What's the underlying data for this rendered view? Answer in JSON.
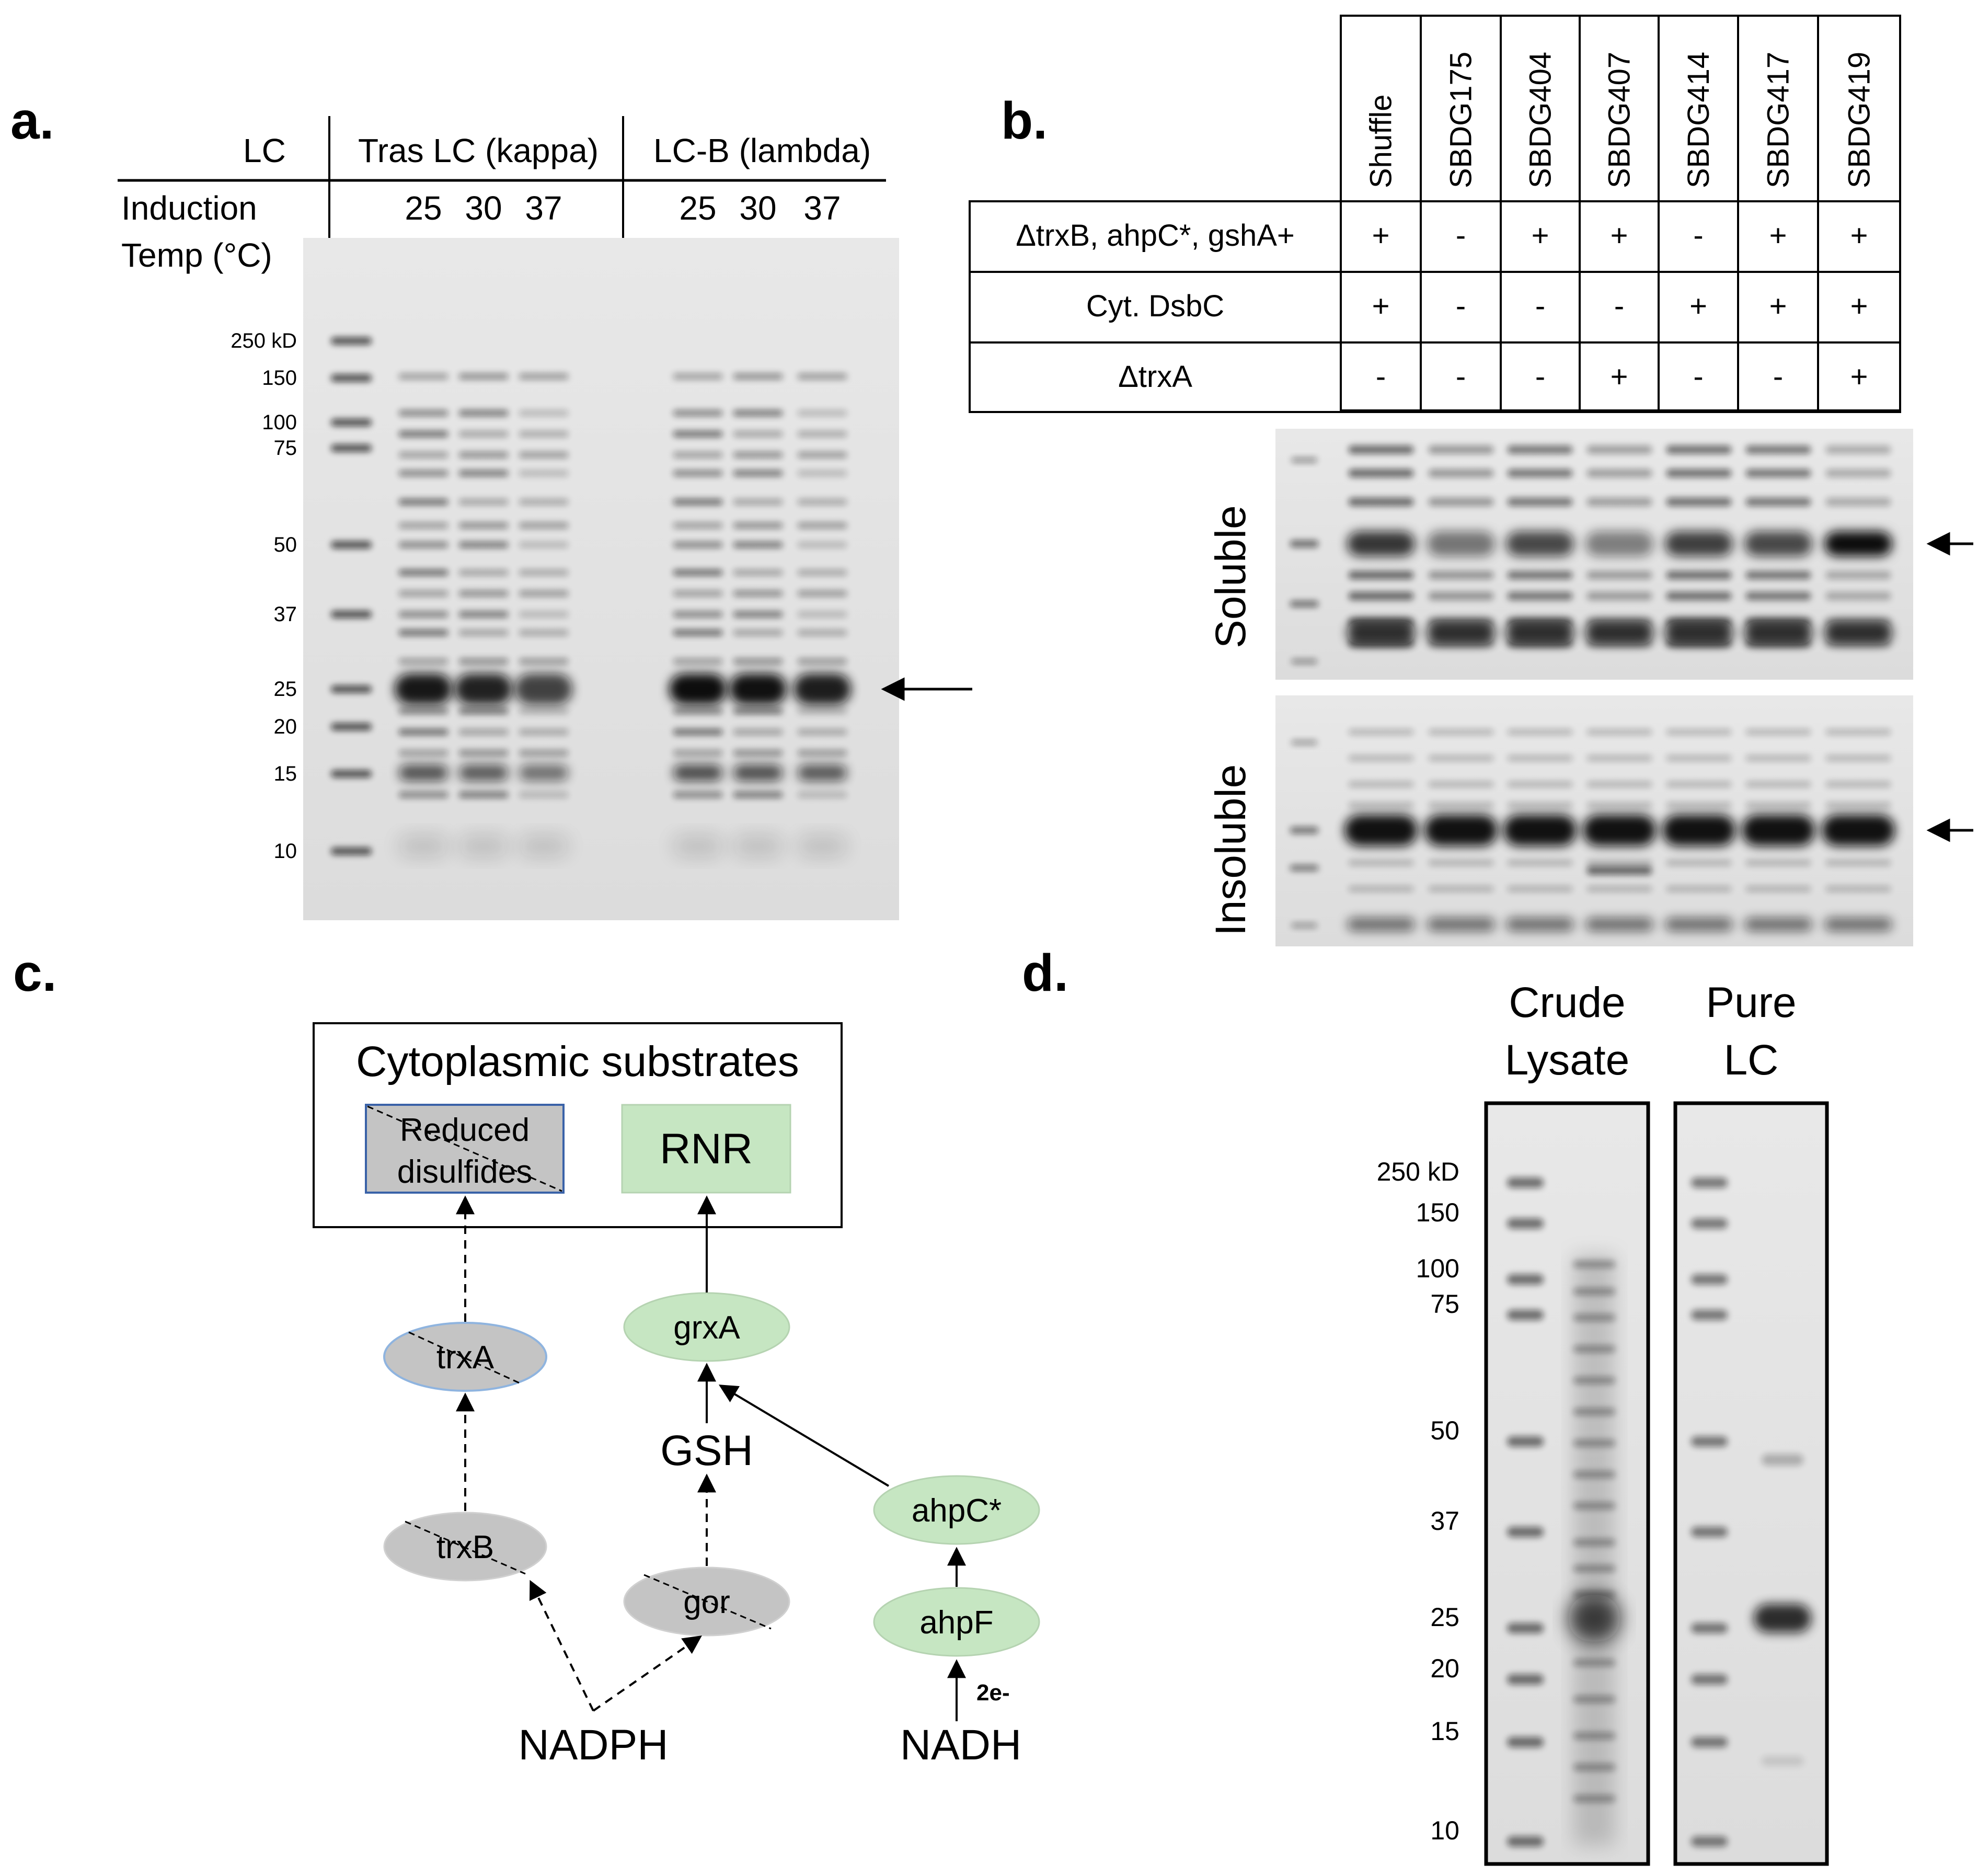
{
  "panel_labels": {
    "a": "a.",
    "b": "b.",
    "c": "c.",
    "d": "d."
  },
  "panel_a": {
    "header_lc": "LC",
    "header_kappa": "Tras LC (kappa)",
    "header_lambda": "LC-B (lambda)",
    "induction_label": "Induction",
    "temp_label": "Temp (°C)",
    "temps": [
      "25",
      "30",
      "37",
      "25",
      "30",
      "37"
    ],
    "markers": [
      "250 kD",
      "150",
      "100",
      "75",
      "50",
      "37",
      "25",
      "20",
      "15",
      "10"
    ]
  },
  "panel_b": {
    "strains": [
      "Shuffle",
      "SBDG175",
      "SBDG404",
      "SBDG407",
      "SBDG414",
      "SBDG417",
      "SBDG419"
    ],
    "rows": [
      {
        "label": "ΔtrxB, ahpC*, gshA+",
        "values": [
          "+",
          "-",
          "+",
          "+",
          "-",
          "+",
          "+"
        ]
      },
      {
        "label": "Cyt. DsbC",
        "values": [
          "+",
          "-",
          "-",
          "-",
          "+",
          "+",
          "+"
        ]
      },
      {
        "label": "ΔtrxA",
        "values": [
          "-",
          "-",
          "-",
          "+",
          "-",
          "-",
          "+"
        ]
      }
    ],
    "soluble_label": "Soluble",
    "insoluble_label": "Insoluble"
  },
  "panel_c": {
    "box_title": "Cytoplasmic substrates",
    "reduced_line1": "Reduced",
    "reduced_line2": "disulfides",
    "rnr": "RNR",
    "trxA": "trxA",
    "grxA": "grxA",
    "gsh": "GSH",
    "trxB": "trxB",
    "gor": "gor",
    "ahpC": "ahpC*",
    "ahpF": "ahpF",
    "two_e": "2e-",
    "nadph": "NADPH",
    "nadh": "NADH",
    "colors": {
      "active": "#c6e6c2",
      "deleted": "#c4c4c4",
      "outline_blue": "#8fb4df",
      "box_border": "#3a62a8"
    }
  },
  "panel_d": {
    "crude_line1": "Crude",
    "crude_line2": "Lysate",
    "pure_line1": "Pure",
    "pure_line2": "LC",
    "markers": [
      "250 kD",
      "150",
      "100",
      "75",
      "50",
      "37",
      "25",
      "20",
      "15",
      "10"
    ]
  }
}
